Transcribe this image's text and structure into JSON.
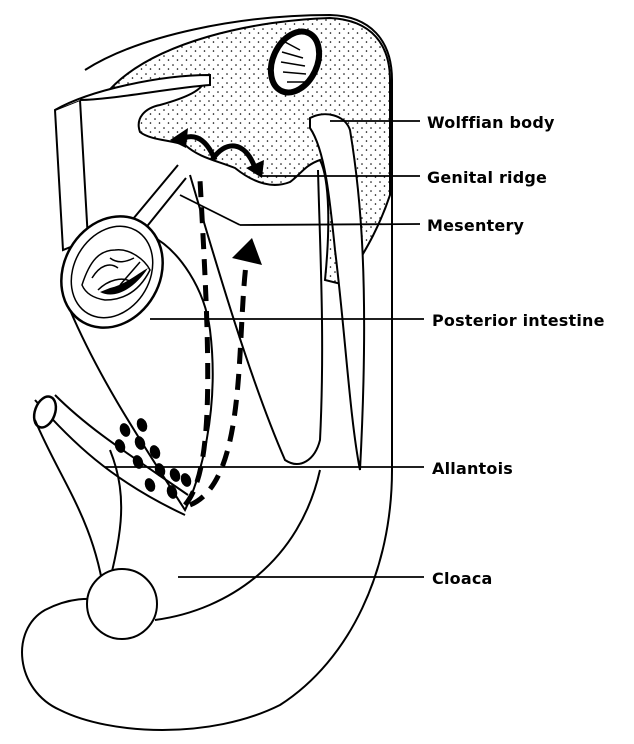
{
  "labels": {
    "wolffian_body": "Wolffian body",
    "genital_ridge": "Genital ridge",
    "mesentery": "Mesentery",
    "posterior_intestine": "Posterior intestine",
    "allantois": "Allantois",
    "cloaca": "Cloaca"
  },
  "colors": {
    "ink": "#000000",
    "background": "#ffffff"
  }
}
